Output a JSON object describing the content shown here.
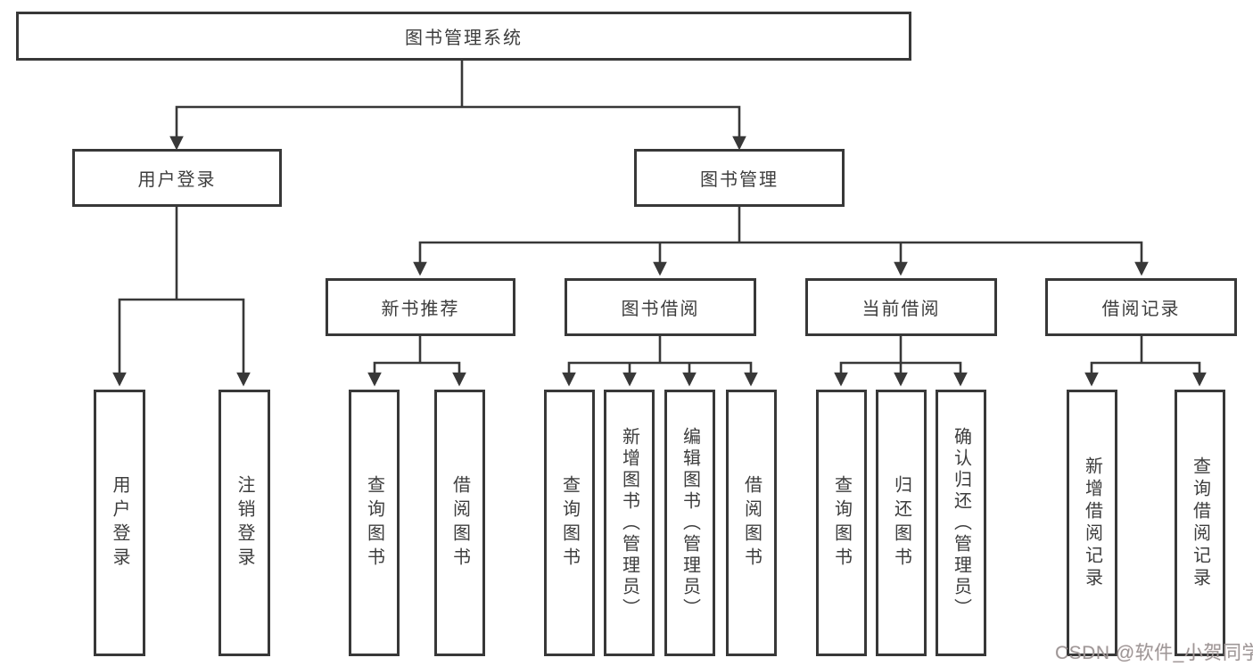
{
  "diagram": {
    "title": "图书管理系统",
    "root": {
      "label": "图书管理系统"
    },
    "level2": [
      {
        "label": "用户登录"
      },
      {
        "label": "图书管理"
      }
    ],
    "level3": [
      {
        "label": "新书推荐"
      },
      {
        "label": "图书借阅"
      },
      {
        "label": "当前借阅"
      },
      {
        "label": "借阅记录"
      }
    ],
    "leaves": {
      "user_login": [
        "用户登录",
        "注销登录"
      ],
      "new_books": [
        "查询图书",
        "借阅图书"
      ],
      "book_borrow": [
        "查询图书",
        "新增图书（管理员）",
        "编辑图书（管理员）",
        "借阅图书"
      ],
      "current_borrow": [
        "查询图书",
        "归还图书",
        "确认归还（管理员）"
      ],
      "borrow_records": [
        "新增借阅记录",
        "查询借阅记录"
      ]
    }
  },
  "watermark": {
    "text": "CSDN @软件_小贺同学"
  },
  "colors": {
    "line": "#383838",
    "text": "#3d3d3d",
    "background": "#ffffff",
    "watermark": "#9c9898"
  }
}
